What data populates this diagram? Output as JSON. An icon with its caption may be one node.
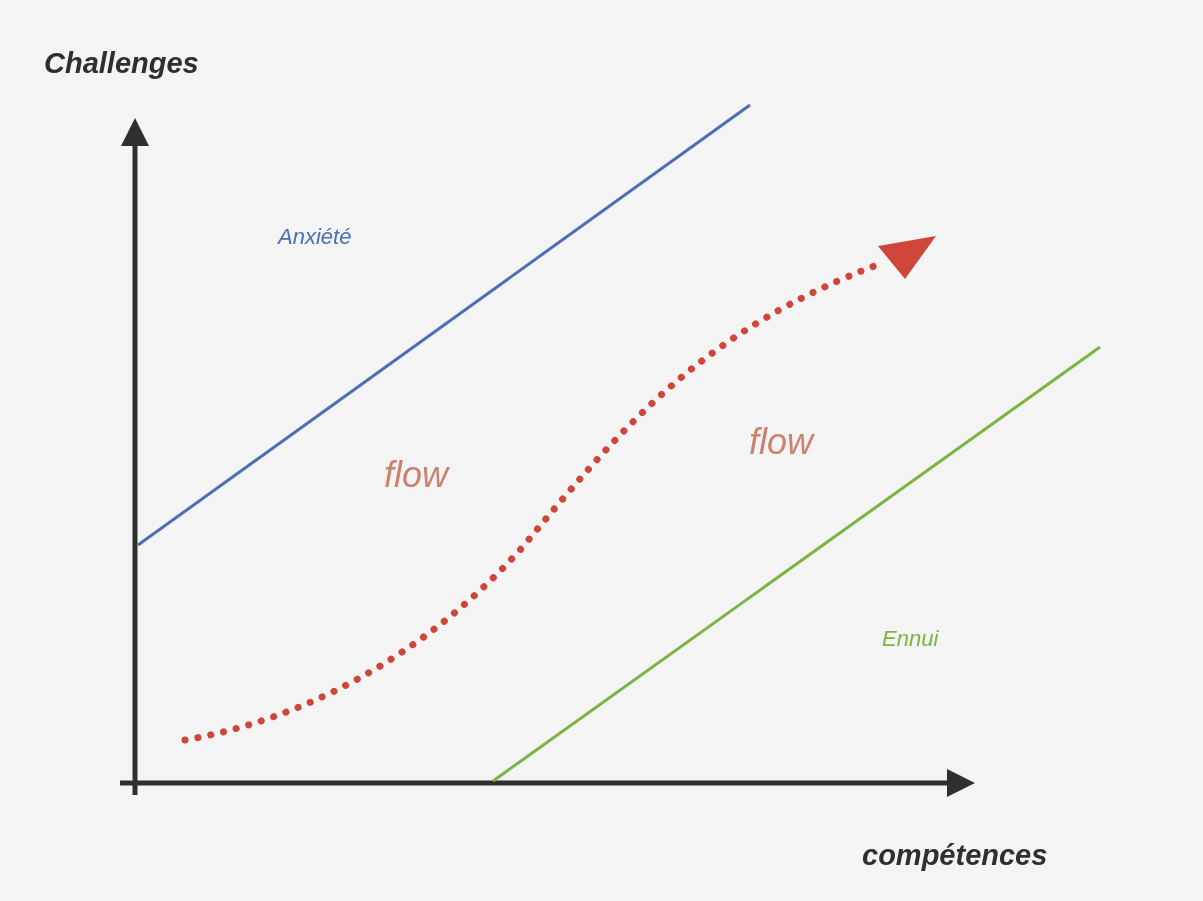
{
  "diagram": {
    "labels": [
      "Challenges",
      "Anxiété",
      "flow",
      "flow",
      "Ennui",
      "compétences"
    ]
  }
}
